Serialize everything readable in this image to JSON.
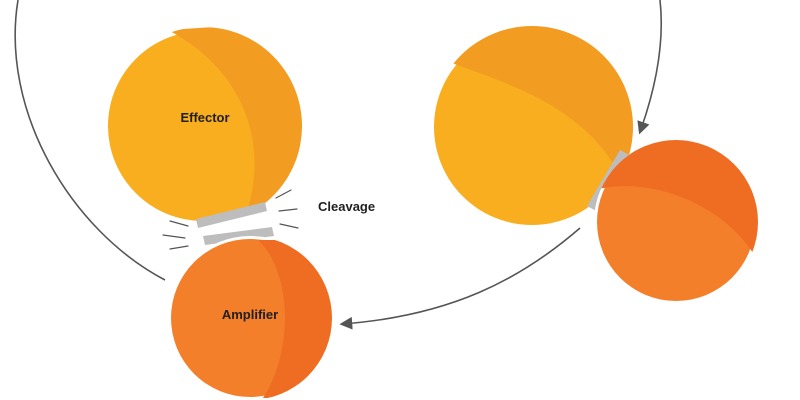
{
  "labels": {
    "effector": "Effector",
    "amplifier": "Amplifier",
    "cleavage": "Cleavage"
  },
  "colors": {
    "effector_light": "#F9AE1F",
    "effector_dark": "#F29C22",
    "amplifier_light": "#F47F2A",
    "amplifier_dark": "#EE6D22",
    "linker": "#BDBDBD",
    "arrow": "#555555",
    "text": "#1f1f1f",
    "rim": "#ffffff"
  }
}
